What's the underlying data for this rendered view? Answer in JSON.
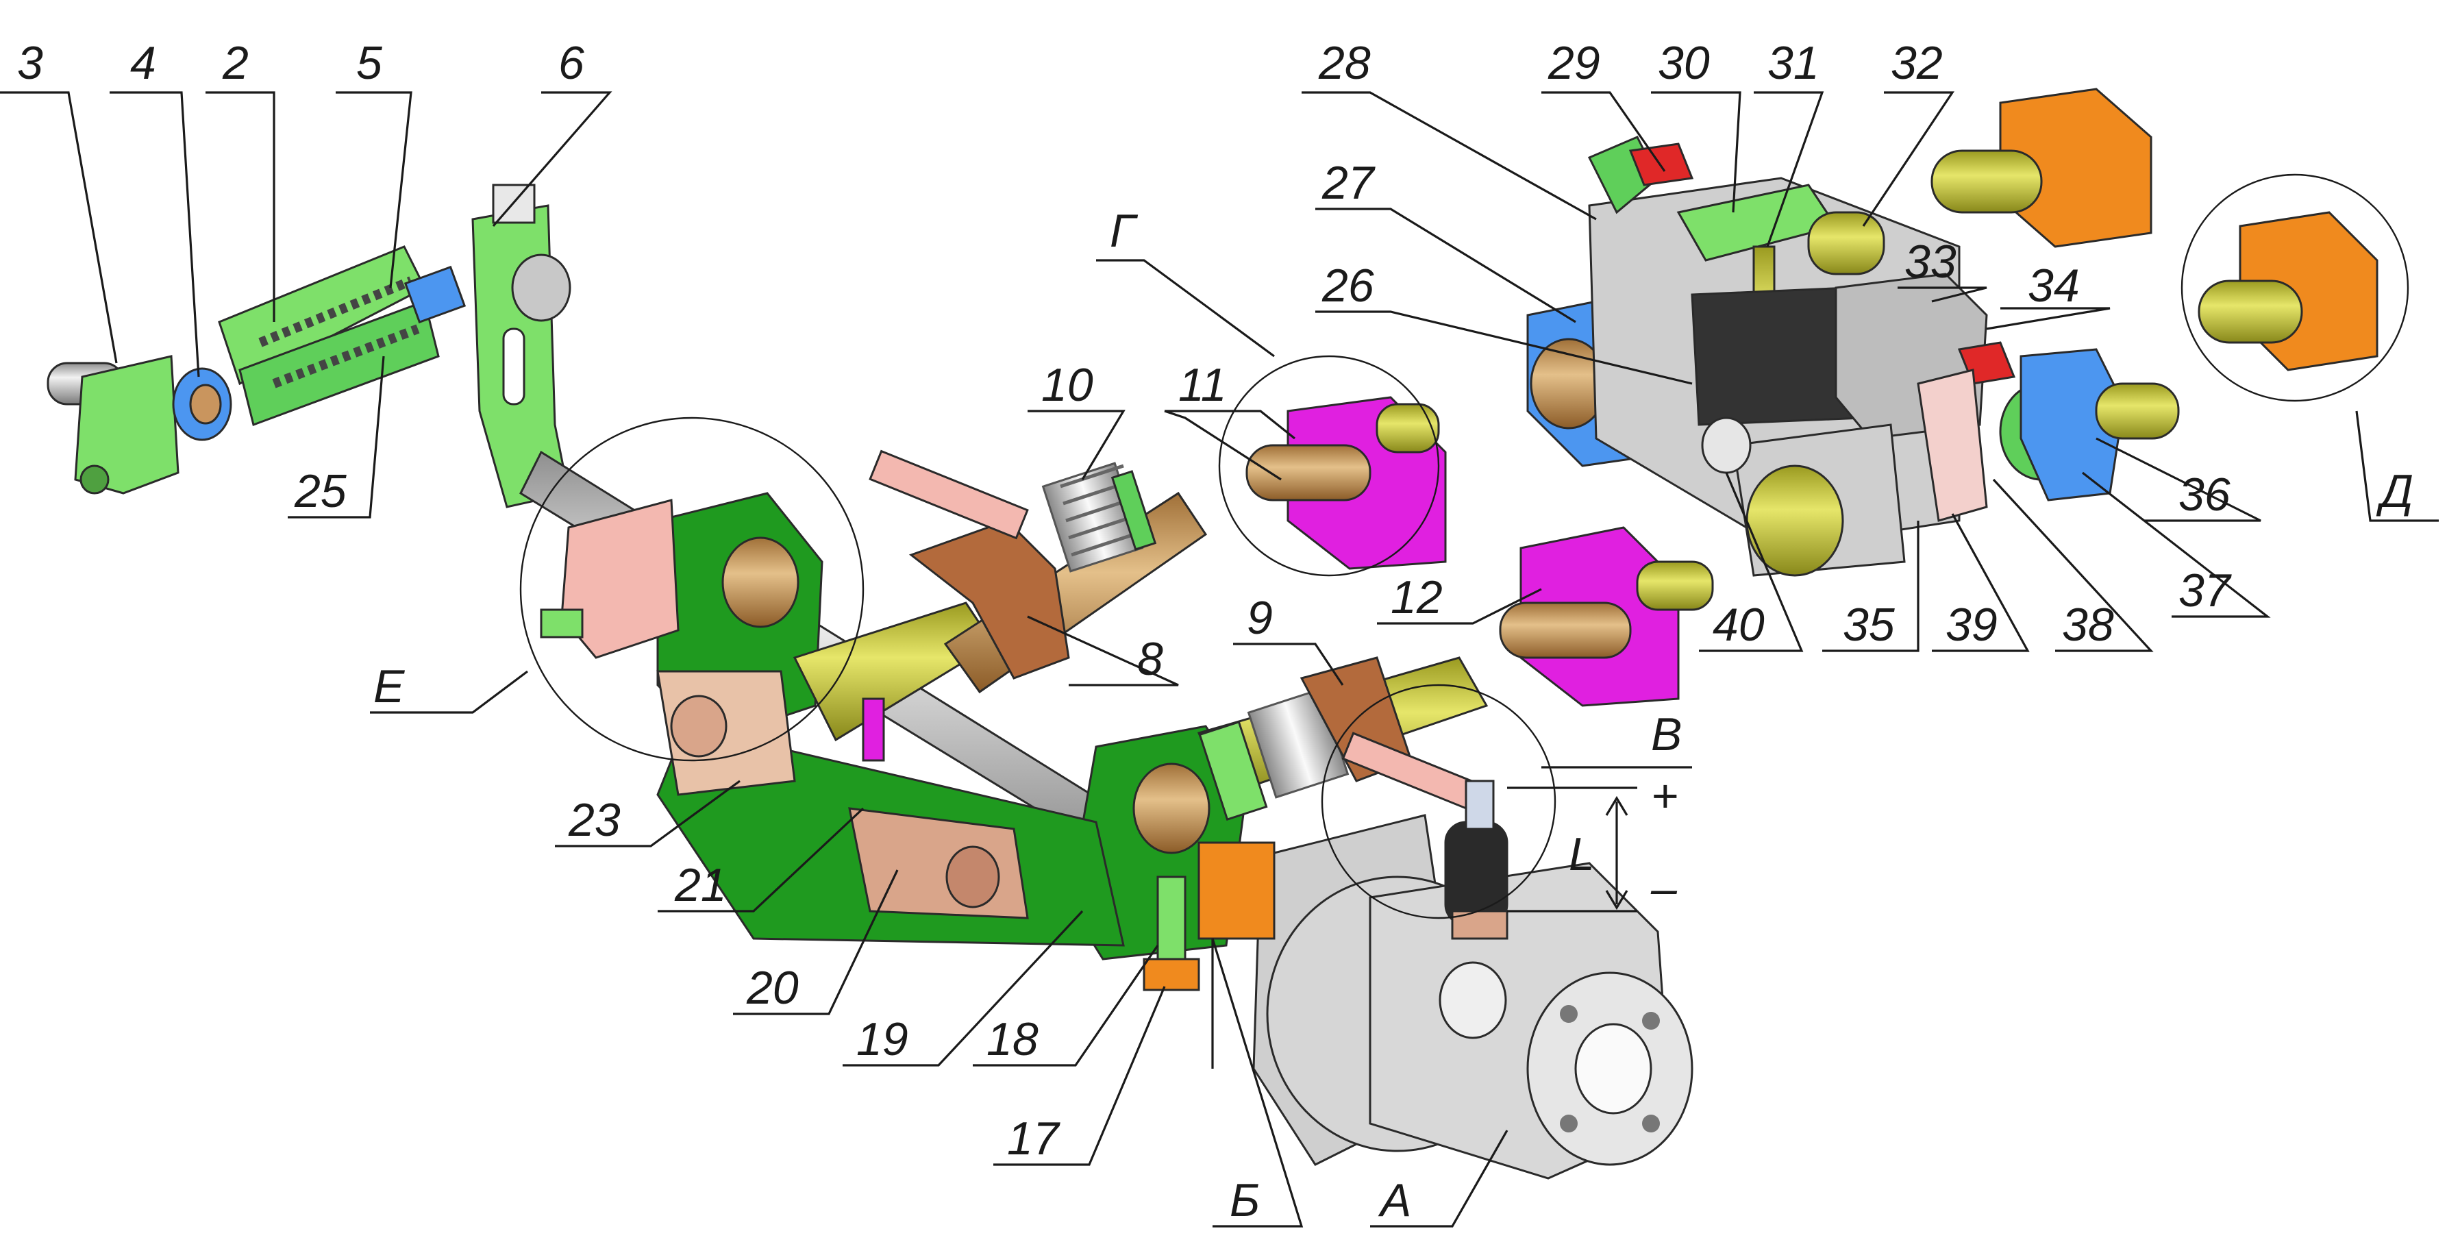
{
  "labels": {
    "l3": "3",
    "l4": "4",
    "l2": "2",
    "l5": "5",
    "l6": "6",
    "l25": "25",
    "l10": "10",
    "l11": "11",
    "lG": "Г",
    "l8": "8",
    "l9": "9",
    "l12": "12",
    "lE": "Е",
    "l23": "23",
    "l21": "21",
    "l20": "20",
    "l19": "19",
    "l18": "18",
    "l17": "17",
    "lB": "Б",
    "lA": "А",
    "lV": "В",
    "lL": "L",
    "plus": "+",
    "minus": "–",
    "l28": "28",
    "l29": "29",
    "l30": "30",
    "l31": "31",
    "l32": "32",
    "l27": "27",
    "l26": "26",
    "l33": "33",
    "l34": "34",
    "lD": "Д",
    "l36": "36",
    "l37": "37",
    "l38": "38",
    "l39": "39",
    "l35": "35",
    "l40": "40"
  },
  "colors": {
    "light_green": "#7ee06a",
    "dark_green": "#1f9a1f",
    "magenta": "#e020e0",
    "orange": "#f08a1e",
    "blue": "#4c96f0",
    "pink": "#f3b8b0",
    "bronze": "#c9955e",
    "copper": "#b36a3c",
    "gray": "#c9c9c9",
    "red": "#e02828",
    "olive": "#cfcf3a"
  }
}
